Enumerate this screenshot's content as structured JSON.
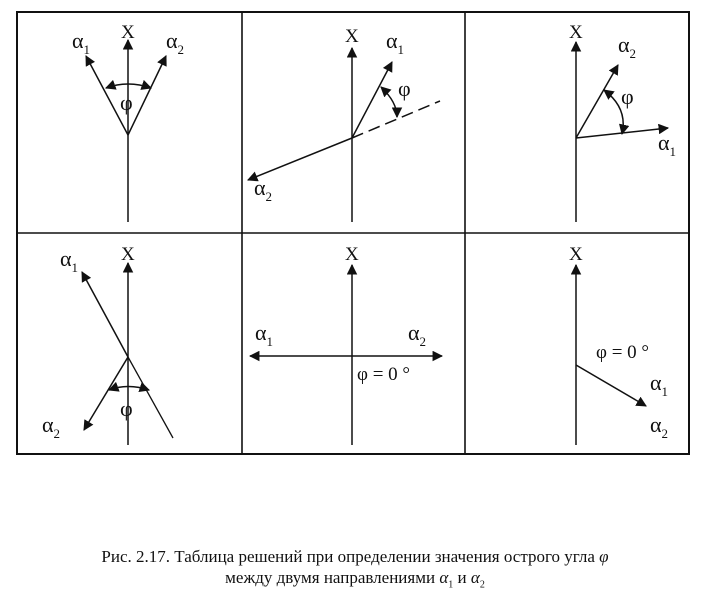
{
  "labels": {
    "x_axis": "X",
    "alpha": "α",
    "sub1": "1",
    "sub2": "2",
    "phi": "φ",
    "phi_zero": "φ = 0 °"
  },
  "caption": {
    "line1_text": "Рис. 2.17. Таблица решений при определении значения острого угла ",
    "line1_phi": "φ",
    "line2_text": "между двумя направлениями ",
    "line2_a1": "α",
    "line2_a1_sub": "1",
    "line2_and": " и ",
    "line2_a2": "α",
    "line2_a2_sub": "2"
  }
}
